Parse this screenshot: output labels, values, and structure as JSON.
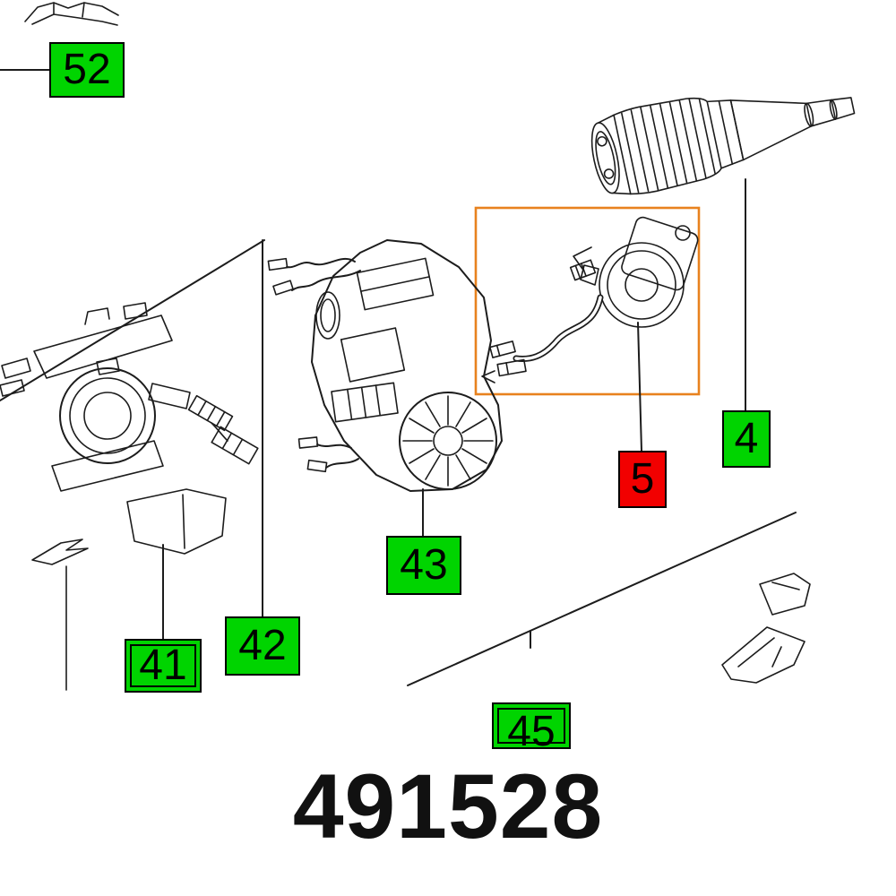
{
  "page": {
    "background": "#ffffff",
    "part_number": "491528"
  },
  "colors": {
    "green": "#00d400",
    "red": "#f20000",
    "orange": "#e8821e",
    "line": "#1c1c1c",
    "label_text": "#000000"
  },
  "callouts": [
    {
      "text": "52",
      "style": "green"
    },
    {
      "text": "4",
      "style": "green"
    },
    {
      "text": "5",
      "style": "red"
    },
    {
      "text": "43",
      "style": "green"
    },
    {
      "text": "42",
      "style": "green"
    },
    {
      "text": "41",
      "style": "green-double-border"
    },
    {
      "text": "45",
      "style": "green-double-border"
    }
  ],
  "highlight": {
    "shape": "rectangle",
    "color_name": "orange",
    "marks": "switch-with-cable"
  },
  "drawings": [
    "keyless-chuck",
    "switch-with-cable",
    "motor-field-assembly",
    "housing-switch-parts",
    "belt-clip-parts",
    "top-edge-part-fragment"
  ]
}
